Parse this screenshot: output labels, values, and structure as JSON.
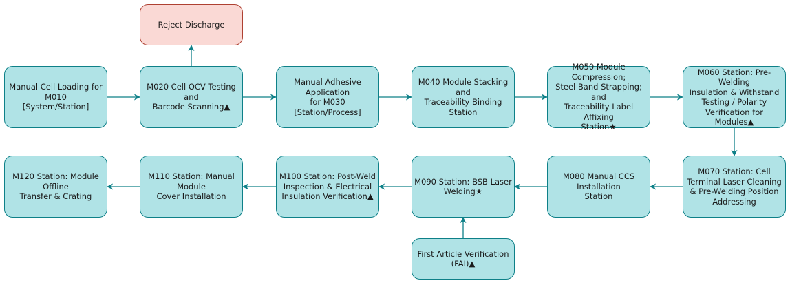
{
  "diagram": {
    "type": "flowchart",
    "nodes": [
      {
        "id": "m010",
        "label": "Manual Cell Loading for\nM010\n[System/Station]"
      },
      {
        "id": "m020",
        "label": "M020 Cell OCV Testing\nand\nBarcode Scanning▲"
      },
      {
        "id": "reject",
        "label": "Reject Discharge"
      },
      {
        "id": "m030",
        "label": "Manual Adhesive\nApplication\nfor M030\n[Station/Process]"
      },
      {
        "id": "m040",
        "label": "M040 Module Stacking\nand\nTraceability Binding\nStation"
      },
      {
        "id": "m050",
        "label": "M050 Module\nCompression;\nSteel Band Strapping; and\nTraceability Label Affixing\nStation★"
      },
      {
        "id": "m060",
        "label": "M060 Station: Pre-\nWelding\nInsulation & Withstand\nTesting / Polarity\nVerification for Modules▲"
      },
      {
        "id": "m070",
        "label": "M070 Station: Cell\nTerminal Laser Cleaning\n& Pre-Welding Position\nAddressing"
      },
      {
        "id": "m080",
        "label": "M080 Manual CCS\nInstallation\nStation"
      },
      {
        "id": "m090",
        "label": "M090 Station: BSB Laser\nWelding★"
      },
      {
        "id": "fai",
        "label": "First Article Verification\n(FAI)▲"
      },
      {
        "id": "m100",
        "label": "M100 Station: Post-Weld\nInspection & Electrical\nInsulation Verification▲"
      },
      {
        "id": "m110",
        "label": "M110 Station: Manual\nModule\nCover Installation"
      },
      {
        "id": "m120",
        "label": "M120 Station: Module\nOffline\nTransfer & Crating"
      }
    ],
    "edges": [
      {
        "from": "m010",
        "to": "m020"
      },
      {
        "from": "m020",
        "to": "reject"
      },
      {
        "from": "m020",
        "to": "m030"
      },
      {
        "from": "m030",
        "to": "m040"
      },
      {
        "from": "m040",
        "to": "m050"
      },
      {
        "from": "m050",
        "to": "m060"
      },
      {
        "from": "m060",
        "to": "m070"
      },
      {
        "from": "m070",
        "to": "m080"
      },
      {
        "from": "m080",
        "to": "m090"
      },
      {
        "from": "fai",
        "to": "m090"
      },
      {
        "from": "m090",
        "to": "m100"
      },
      {
        "from": "m100",
        "to": "m110"
      },
      {
        "from": "m110",
        "to": "m120"
      }
    ],
    "colors": {
      "node_fill": "#b0e3e6",
      "node_stroke": "#0e8088",
      "reject_fill": "#fad9d5",
      "reject_stroke": "#ae4132",
      "edge": "#0e8088"
    }
  }
}
